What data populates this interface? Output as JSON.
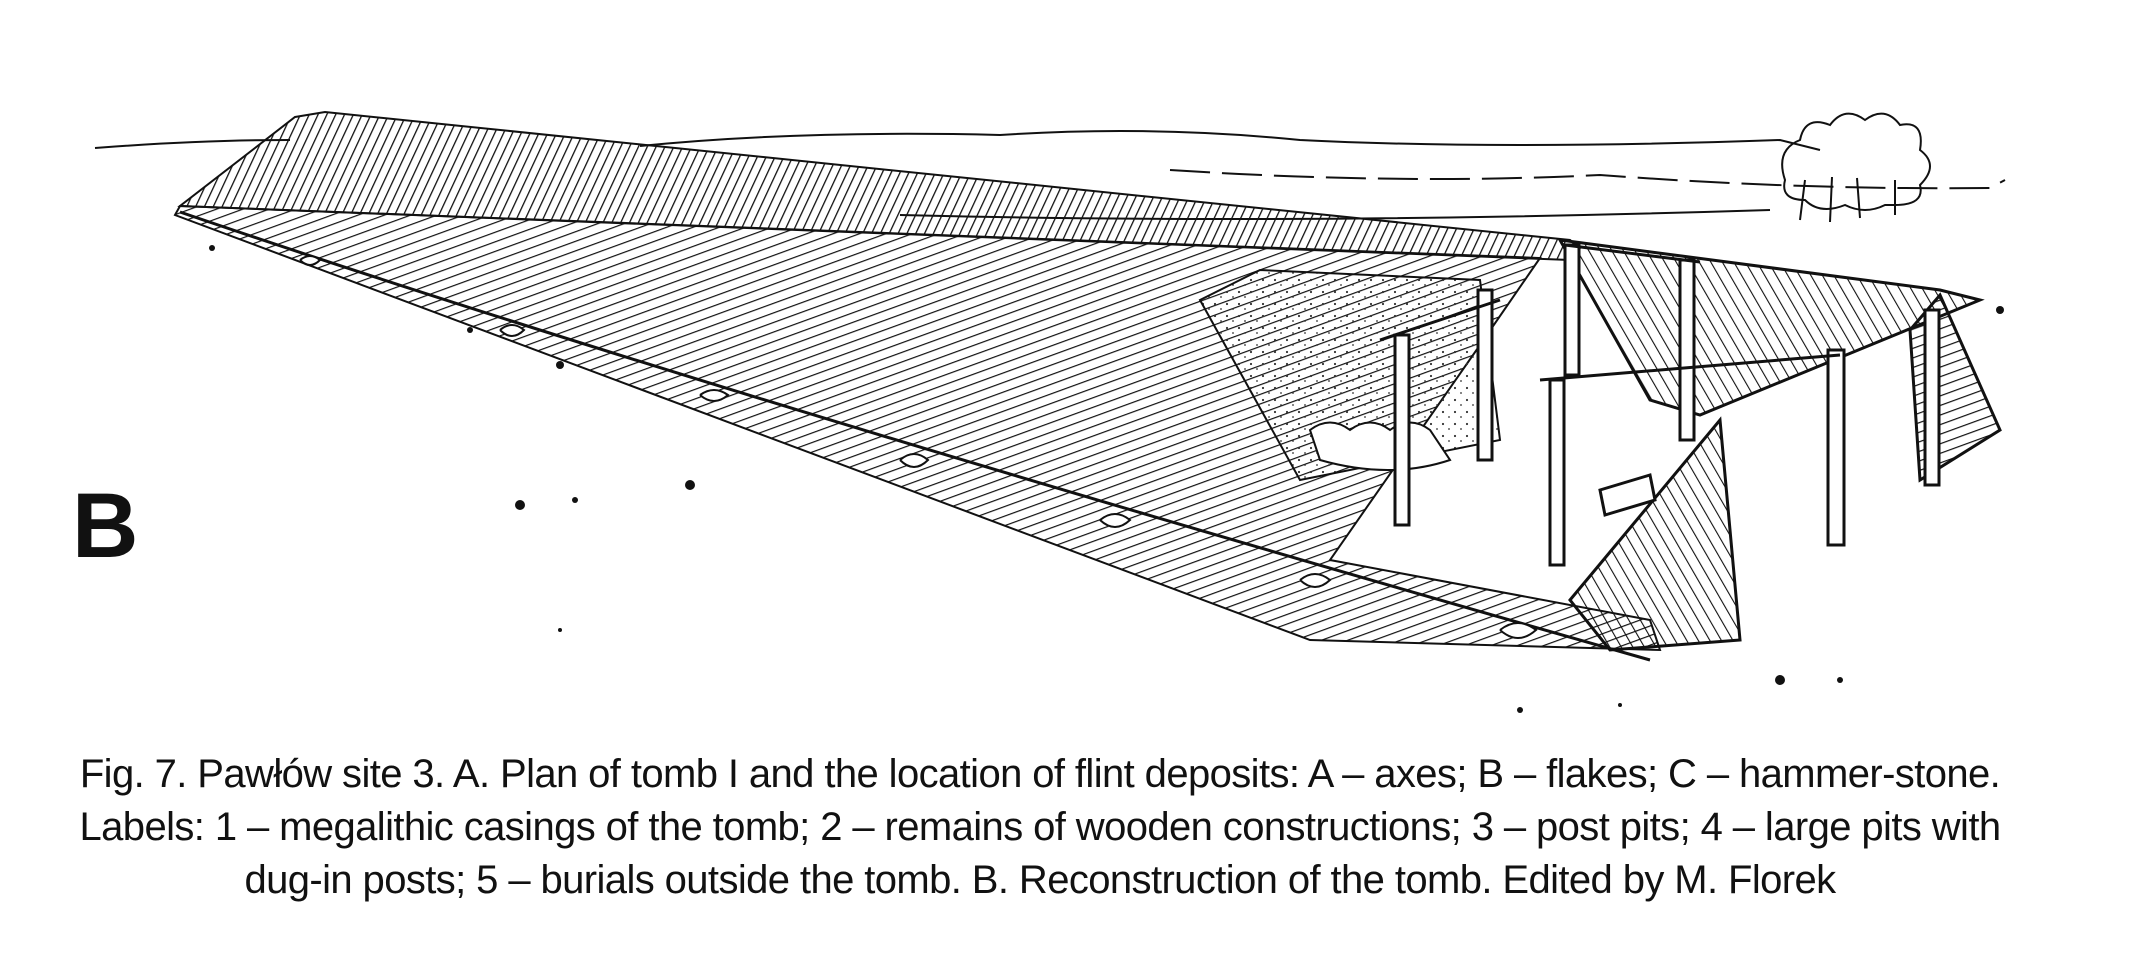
{
  "figure": {
    "panel_label": "B",
    "caption_prefix": "Fig. 7",
    "caption_text": ". Pawłów site 3. A. Plan of tomb I and the location of flint deposits: A – axes; B – flakes; C – hammer-stone. Labels: 1 – megalithic casings of the tomb; 2 – remains of wooden constructions; 3 – post pits; 4 – large pits with dug-in posts; 5 – burials outside the tomb. B. Reconstruction of the tomb. Edited by M. Florek"
  }
}
